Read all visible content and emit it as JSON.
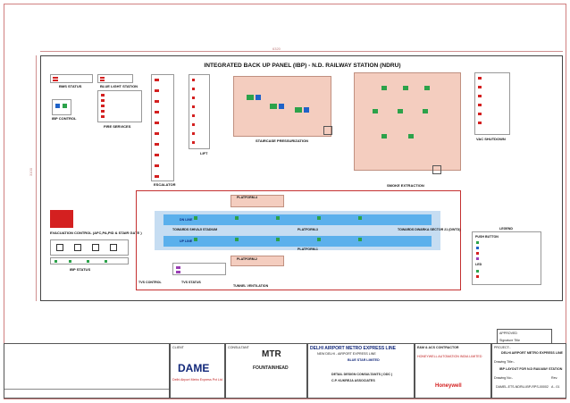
{
  "drawing": {
    "dim_top": "6320",
    "dim_left": "3100",
    "title": "INTEGRATED BACK UP PANEL (IBP) - N.D. RAILWAY STATION (NDRU)"
  },
  "sections": {
    "bms_status": "BMS STATUS",
    "blue_light_station": "BLUE LIGHT STATION",
    "ibp_control": "IBP CONTROL",
    "fire_services": "FIRE SERVICES",
    "lift": "LIFT",
    "escalator": "ESCALATOR",
    "staircase_pressurization": "STAIRCASE PRESSURIZATION",
    "vac_shutdown": "VAC SHUTDOWN",
    "smoke_extraction": "SMOKE EXTRACTION",
    "evacuation_control": "EVACUATION CONTROL (AFC,PA,PID & STAIR GATE )",
    "ibp_status": "IBP STATUS",
    "tvs_control": "TVS CONTROL",
    "tvs_status": "TVS STATUS",
    "tunnel_ventilation": "TUNNEL VENTILATION",
    "platform_4": "PLATFORM-4",
    "platform_3": "PLATFORM-3",
    "platform_1": "PLATFORM-1",
    "platform_2": "PLATFORM-2",
    "dn_line": "DN LINE",
    "up_line": "UP LINE",
    "towards_dwarka": "TOWARDS DWARKA SECTOR 21 (DWTD)",
    "towards_shivaji": "TOWARDS SHIVAJI STADIUM"
  },
  "legend": {
    "title": "LEGEND",
    "push_button": "PUSH BUTTON",
    "led": "LED"
  },
  "titleblock": {
    "client_label": "CLIENT",
    "client_name": "DAME",
    "client_sub": "Delhi Airport Metro Express Pvt Ltd",
    "consultant_label": "CONSULTANT",
    "mtr": "MTR",
    "consultant_name": "FOUNTAINHEAD",
    "project_header": "DELHI AIRPORT METRO EXPRESS LINE",
    "project_sub": "NEW DELHI - AIRPORT EXPRESS LINE",
    "blue_star": "BLUE STAR LIMITED",
    "detail_design": "DETAIL DESIGN CONSULTANTS ( DDC )",
    "kukreja": "C.P. KUKREJA ASSOCIATES",
    "contractor_label": "E&M & ACS CONTRACTOR",
    "contractor": "HONEYWELL AUTOMATION INDIA LIMITED",
    "project_label": "PROJECT:-",
    "project_name": "DELHI AIRPORT METRO EXPRESS LINE",
    "drawing_title_label": "Drawing Title:-",
    "drawing_title": "IBP LAYOUT FOR N.D RAILWAY STATION",
    "drawing_no_label": "Drawing No:-",
    "drawing_no": "DAMEL-ETS-NDRU-IBP-RPS-00002",
    "rev_label": "Rev.",
    "rev": "A - 01",
    "honeywell": "Honeywell",
    "approved_label": "APPROVED",
    "signature_label": "Signature Title"
  },
  "colors": {
    "red": "#d42020",
    "green": "#2ca24a",
    "blue": "#1f62c8",
    "track": "#5bb0ec",
    "zone": "#f4cdbf"
  }
}
